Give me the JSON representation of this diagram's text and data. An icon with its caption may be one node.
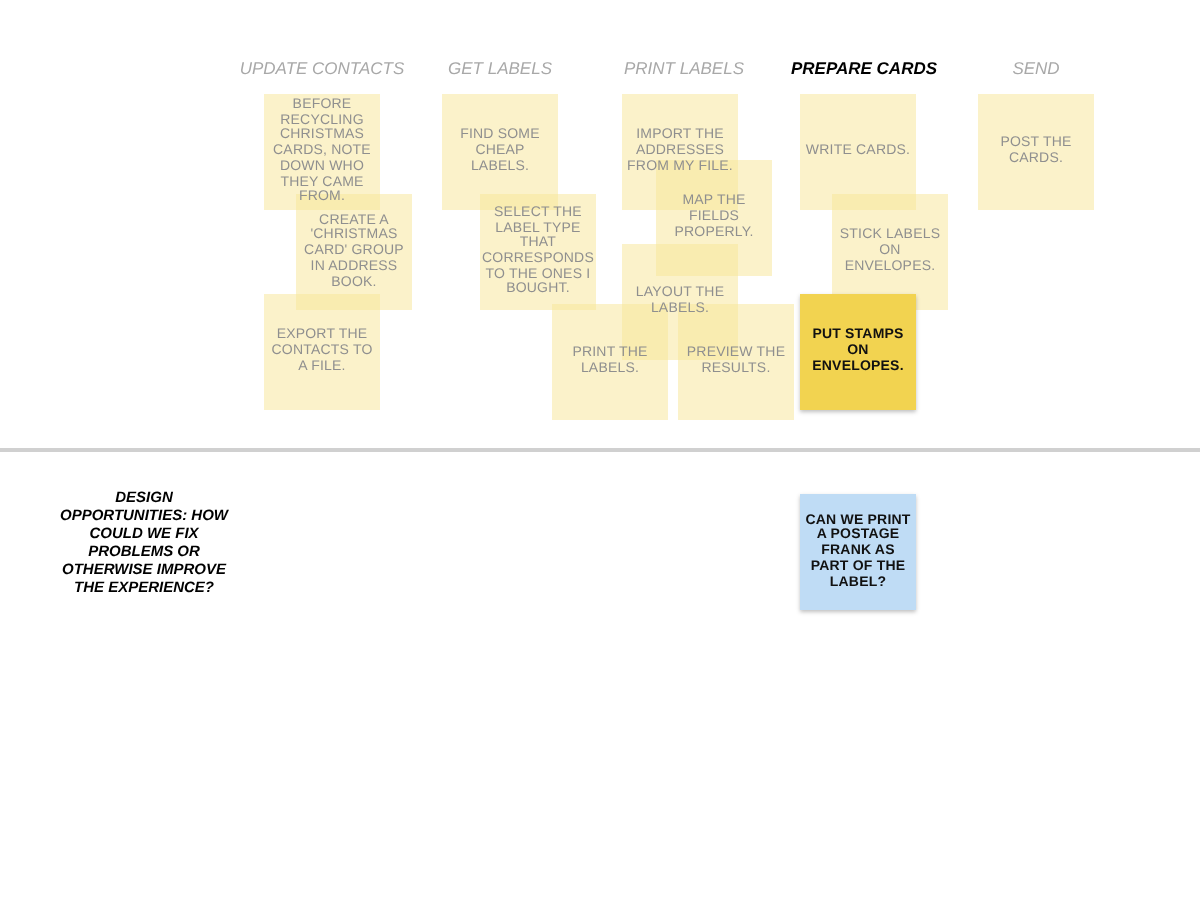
{
  "diagram": {
    "nodes": [
      {
        "text": [
          "BEFORE RECYCLING CHRISTMAS CARDS, NOTE DOWN WHO THEY CAME FROM."
        ]
      },
      {
        "text": [
          "CREATE A 'CHRISTMAS CARD' GROUP IN ADDRESS BOOK."
        ]
      },
      {
        "text": [
          "EXPORT THE CONTACTS TO A FILE."
        ]
      },
      {
        "text": [
          "FIND SOME CHEAP LABELS."
        ]
      },
      {
        "text": [
          "SELECT THE LABEL TYPE THAT CORRESPONDS TO THE ONES I BOUGHT."
        ]
      },
      {
        "text": [
          "IMPORT THE ADDRESSES FROM MY FILE."
        ]
      },
      {
        "text": [
          "MAP THE FIELDS PROPERLY."
        ]
      },
      {
        "text": [
          "LAYOUT THE LABELS."
        ]
      },
      {
        "text": [
          "PRINT THE LABELS."
        ]
      },
      {
        "text": [
          "PREVIEW THE RESULTS."
        ]
      },
      {
        "text": [
          "WRITE CARDS."
        ]
      },
      {
        "text": [
          "STICK LABELS ON ENVELOPES."
        ]
      },
      {
        "text": [
          "PUT STAMPS ON ENVELOPES."
        ]
      },
      {
        "text": [
          "POST THE CARDS."
        ]
      },
      {
        "text": [
          "CAN WE PRINT A POSTAGE FRANK AS PART OF THE LABEL?"
        ]
      }
    ],
    "labels": [
      "UPDATE CONTACTS",
      "GET LABELS",
      "PRINT LABELS",
      "PREPARE CARDS",
      "SEND",
      "DESIGN OPPORTUNITIES: HOW COULD WE FIX PROBLEMS OR OTHERWISE IMPROVE THE EXPERIENCE?"
    ]
  }
}
